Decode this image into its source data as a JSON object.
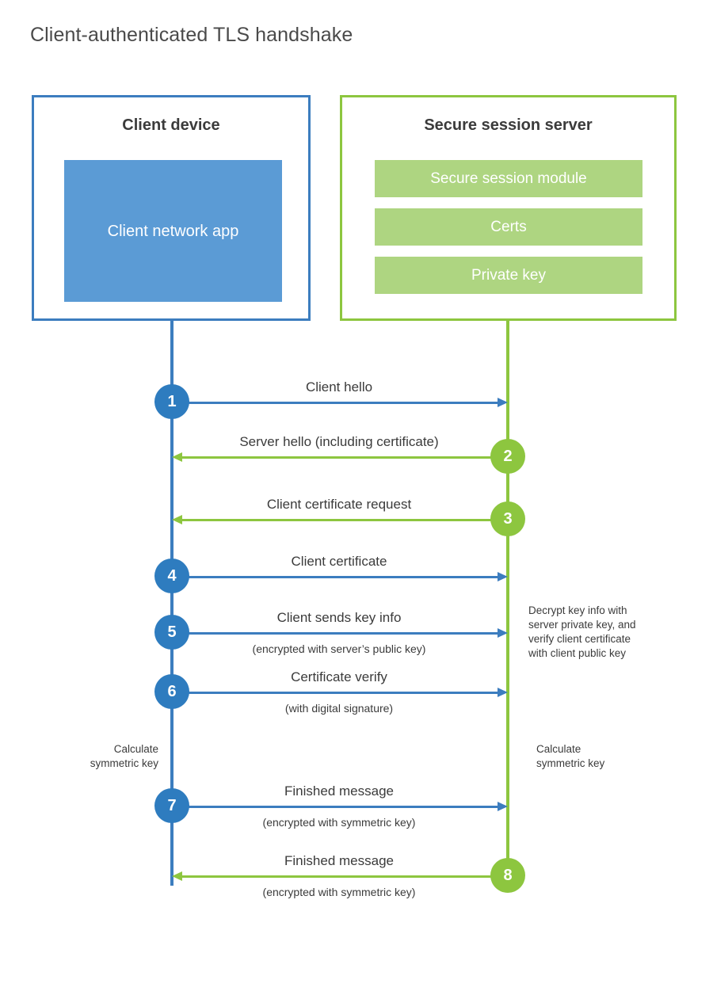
{
  "title": "Client-authenticated TLS handshake",
  "actors": {
    "client": {
      "title": "Client device",
      "app_label": "Client network app",
      "border_color": "#3C7DBF",
      "fill_color": "#5B9BD5"
    },
    "server": {
      "title": "Secure session server",
      "border_color": "#8DC63F",
      "module_color": "#AED581",
      "modules": [
        {
          "label": "Secure session module"
        },
        {
          "label": "Certs"
        },
        {
          "label": "Private key"
        }
      ]
    }
  },
  "colors": {
    "blue": "#3C7DBF",
    "blue_circle": "#2E7CBF",
    "green": "#8DC63F",
    "green_light": "#AED581",
    "text": "#3b3b3b"
  },
  "messages": [
    {
      "step": "1",
      "label": "Client hello",
      "sublabel": "",
      "direction": "client-to-server",
      "color": "blue"
    },
    {
      "step": "2",
      "label": "Server hello (including certificate)",
      "sublabel": "",
      "direction": "server-to-client",
      "color": "green"
    },
    {
      "step": "3",
      "label": "Client certificate request",
      "sublabel": "",
      "direction": "server-to-client",
      "color": "green"
    },
    {
      "step": "4",
      "label": "Client certificate",
      "sublabel": "",
      "direction": "client-to-server",
      "color": "blue"
    },
    {
      "step": "5",
      "label": "Client sends key info",
      "sublabel": "(encrypted with server’s public key)",
      "direction": "client-to-server",
      "color": "blue"
    },
    {
      "step": "6",
      "label": "Certificate verify",
      "sublabel": "(with digital signature)",
      "direction": "client-to-server",
      "color": "blue"
    },
    {
      "step": "7",
      "label": "Finished message",
      "sublabel": "(encrypted with symmetric key)",
      "direction": "client-to-server",
      "color": "blue"
    },
    {
      "step": "8",
      "label": "Finished message",
      "sublabel": "(encrypted with symmetric key)",
      "direction": "server-to-client",
      "color": "green"
    }
  ],
  "notes": {
    "server_decrypt": "Decrypt key info with\nserver private key, and\nverify client certificate\nwith client public key",
    "client_calculate": "Calculate\nsymmetric key",
    "server_calculate": "Calculate\nsymmetric key"
  }
}
